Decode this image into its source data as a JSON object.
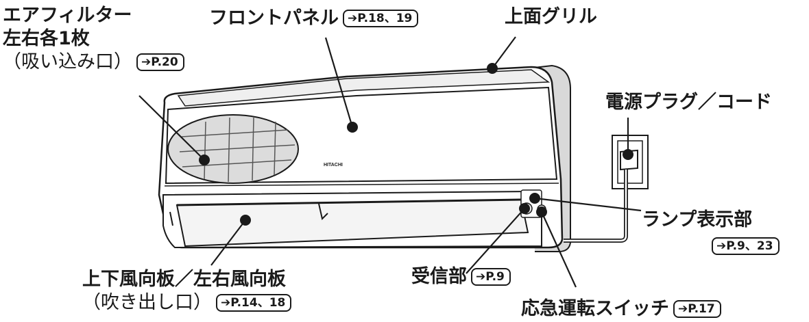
{
  "labels": {
    "air_filter": {
      "line1": "エアフィルター",
      "line2": "左右各1枚",
      "line3": "（吸い込み口）",
      "ref": "➔P.20"
    },
    "front_panel": {
      "text": "フロントパネル",
      "ref": "➔P.18、19"
    },
    "top_grille": {
      "text": "上面グリル"
    },
    "power_plug": {
      "text": "電源プラグ／コード"
    },
    "lamp_display": {
      "text": "ランプ表示部",
      "ref": "➔P.9、23"
    },
    "receiver": {
      "text": "受信部",
      "ref": "➔P.9"
    },
    "louvers": {
      "line1": "上下風向板／左右風向板",
      "line2": "（吹き出し口）",
      "ref": "➔P.14、18"
    },
    "emergency_switch": {
      "text": "応急運転スイッチ",
      "ref": "➔P.17"
    }
  },
  "unit": {
    "brand": "HITACHI"
  },
  "colors": {
    "line": "#1a1a1a",
    "body": "#ffffff",
    "shade": "#d9d9d9"
  }
}
